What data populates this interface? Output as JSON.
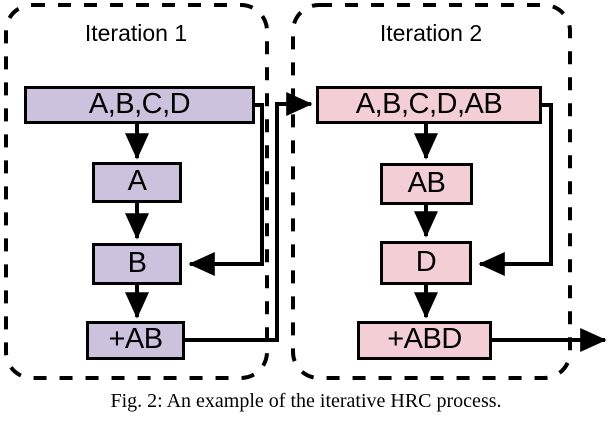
{
  "figure": {
    "caption": "Fig. 2: An example of the iterative HRC process.",
    "colors": {
      "iteration1_fill": "#cdc2dd",
      "iteration2_fill": "#f3ced4",
      "stroke": "#000000",
      "background": "#ffffff"
    }
  },
  "panels": [
    {
      "title": "Iteration 1",
      "nodes": [
        {
          "id": "i1-header",
          "label": "A,B,C,D"
        },
        {
          "id": "i1-step-a",
          "label": "A"
        },
        {
          "id": "i1-step-b",
          "label": "B"
        },
        {
          "id": "i1-result",
          "label": "+AB"
        }
      ]
    },
    {
      "title": "Iteration 2",
      "nodes": [
        {
          "id": "i2-header",
          "label": "A,B,C,D,AB"
        },
        {
          "id": "i2-step-ab",
          "label": "AB"
        },
        {
          "id": "i2-step-d",
          "label": "D"
        },
        {
          "id": "i2-result",
          "label": "+ABD"
        }
      ]
    }
  ]
}
